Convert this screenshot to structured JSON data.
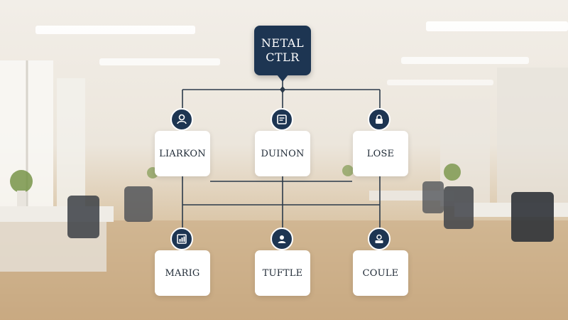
{
  "diagram": {
    "root": {
      "line1": "NETAL",
      "line2": "CTLR"
    },
    "nodes": [
      {
        "label": "LIARKON",
        "icon": "person-icon"
      },
      {
        "label": "DUINON",
        "icon": "document-icon"
      },
      {
        "label": "LOSE",
        "icon": "lock-icon"
      },
      {
        "label": "MARIG",
        "icon": "chart-icon"
      },
      {
        "label": "TUFTLE",
        "icon": "person-upload-icon"
      },
      {
        "label": "COULE",
        "icon": "user-card-icon"
      }
    ],
    "colors": {
      "node_dark": "#1d3552",
      "node_light": "#ffffff",
      "connector": "#2b3a4a"
    }
  }
}
